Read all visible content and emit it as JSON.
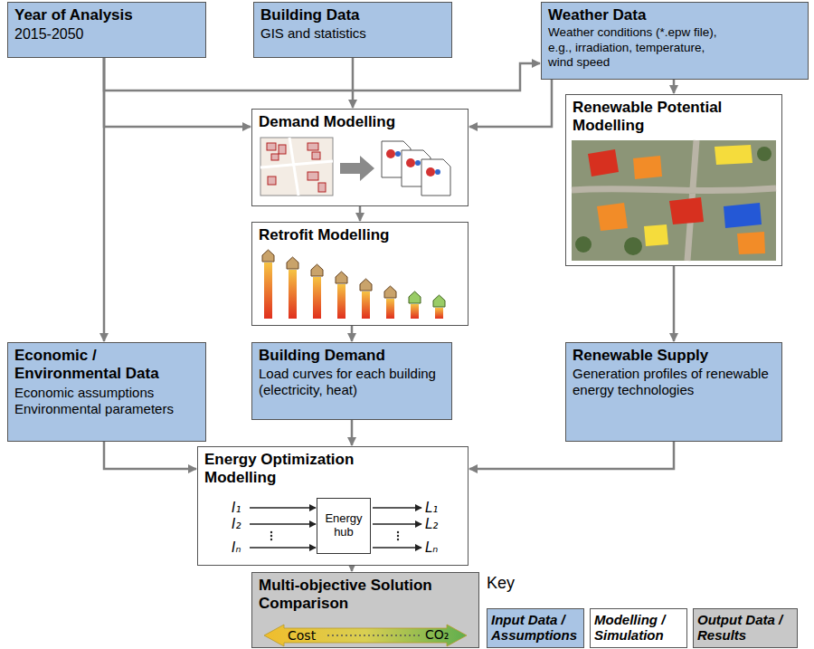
{
  "diagram": {
    "nodes": [
      {
        "text": [
          "Year of Analysis",
          "2015-2050"
        ]
      },
      {
        "text": [
          "Building Data",
          "GIS and statistics"
        ]
      },
      {
        "text": [
          "Weather Data",
          "Weather conditions (*.epw file), e.g., irradiation, temperature, wind speed"
        ]
      },
      {
        "text": [
          "Demand Modelling"
        ]
      },
      {
        "text": [
          "Renewable Potential Modelling"
        ]
      },
      {
        "text": [
          "Retrofit Modelling"
        ]
      },
      {
        "text": [
          "Economic / Environmental Data",
          "Economic assumptions Environmental parameters"
        ]
      },
      {
        "text": [
          "Building Demand",
          "Load curves for each building (electricity, heat)"
        ]
      },
      {
        "text": [
          "Renewable Supply",
          "Generation profiles of renewable energy technologies"
        ]
      },
      {
        "text": [
          "Energy Optimization Modelling"
        ]
      },
      {
        "text": [
          "Energy hub"
        ],
        "in": 9
      },
      {
        "text": [
          "Multi-objective Solution Comparison"
        ]
      }
    ],
    "edges": [
      {
        "from": 0,
        "to": 3,
        "arrow": "to"
      },
      {
        "from": 0,
        "to": 2,
        "arrow": "to"
      },
      {
        "from": 0,
        "to": 6,
        "arrow": "to"
      },
      {
        "from": 1,
        "to": 3,
        "arrow": "to"
      },
      {
        "from": 2,
        "to": 3,
        "arrow": "to"
      },
      {
        "from": 2,
        "to": 4,
        "arrow": "to"
      },
      {
        "from": 3,
        "to": 5,
        "arrow": "to"
      },
      {
        "from": 5,
        "to": 7,
        "arrow": "to"
      },
      {
        "from": 4,
        "to": 8,
        "arrow": "to"
      },
      {
        "from": 6,
        "to": 9,
        "arrow": "to"
      },
      {
        "from": 7,
        "to": 9,
        "arrow": "to"
      },
      {
        "from": 8,
        "to": 9,
        "arrow": "to"
      },
      {
        "from": 9,
        "to": 11,
        "arrow": "to"
      }
    ],
    "labels": [
      "I₁",
      "I₂",
      "Iₙ",
      "L₁",
      "L₂",
      "Lₙ",
      "Cost",
      "CO₂",
      "Key"
    ],
    "legend": [
      {
        "text": "Input Data / Assumptions",
        "color": "#a9c4e4"
      },
      {
        "text": "Modelling / Simulation",
        "color": "#ffffff"
      },
      {
        "text": "Output Data / Results",
        "color": "#c8c8c8"
      }
    ]
  }
}
